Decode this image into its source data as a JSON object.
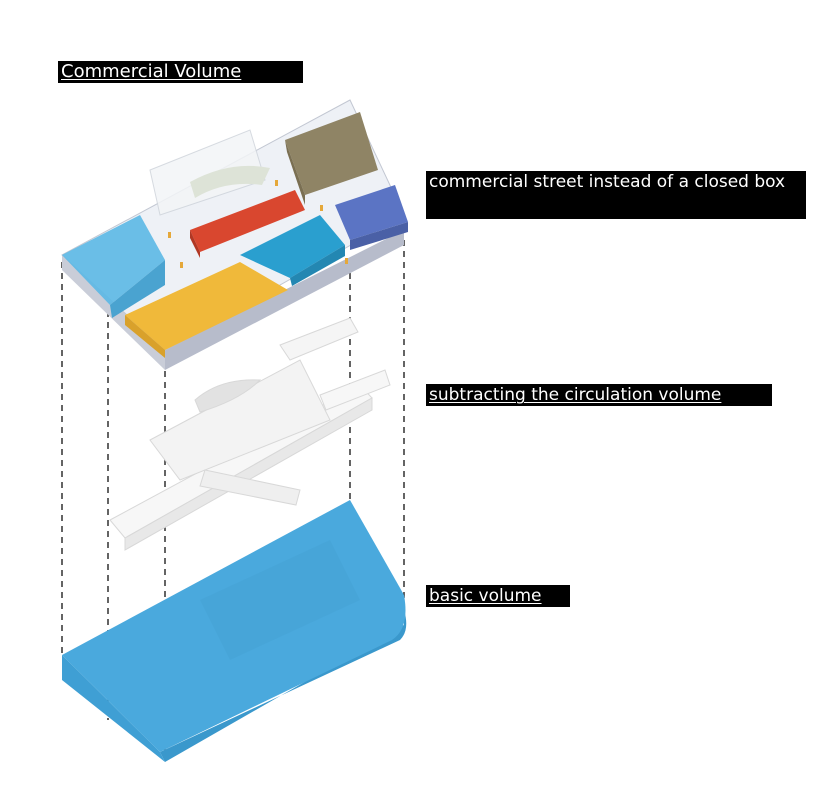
{
  "title": "Commercial Volume",
  "annotations": {
    "commercial_street": "commercial street instead of a closed box",
    "circulation": "subtracting the circulation volume",
    "basic_volume": "basic volume"
  },
  "colors": {
    "basic_volume": "#4aa9dd",
    "light_blue_block": "#5bb8e6",
    "yellow_block": "#f0b93a",
    "red_block": "#d9472f",
    "teal_block": "#2a9fcf",
    "olive_block": "#8f8465",
    "navy_block": "#5b74c4",
    "circulation": "#f4f4f4",
    "guide_lines": "#222222"
  }
}
